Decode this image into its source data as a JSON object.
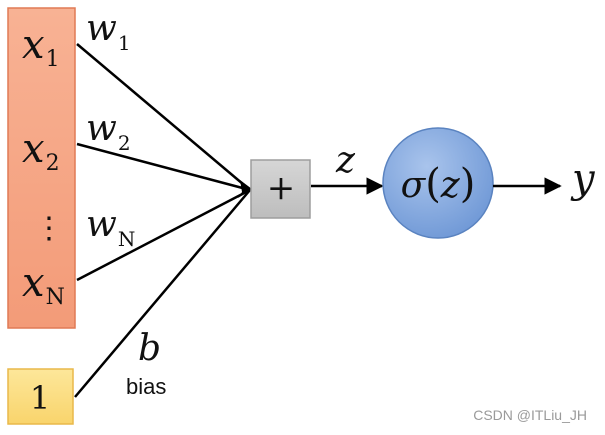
{
  "inputs": [
    {
      "base": "x",
      "sub": "1"
    },
    {
      "base": "x",
      "sub": "2"
    },
    {
      "ellipsis": "⋮"
    },
    {
      "base": "x",
      "sub": "N"
    }
  ],
  "weights": [
    {
      "base": "w",
      "sub": "1"
    },
    {
      "base": "w",
      "sub": "2"
    },
    {
      "base": "w",
      "sub": "N"
    }
  ],
  "bias": {
    "node_label": "1",
    "weight": "b",
    "caption": "bias"
  },
  "sum_node": {
    "label": "+"
  },
  "z_label": "z",
  "activation": {
    "sigma": "σ",
    "open": "(",
    "arg": "z",
    "close": ")"
  },
  "output_label": "y",
  "watermark": "CSDN @ITLiu_JH",
  "colors": {
    "input_fill": "#f6a887",
    "input_stroke": "#e07a55",
    "bias_fill": "#fce08a",
    "bias_stroke": "#e9b84a",
    "sum_fill": "#c8c8c8",
    "sum_stroke": "#9d9d9d",
    "sigma_fill": "#7fa7de",
    "sigma_stroke": "#5a83c0"
  }
}
